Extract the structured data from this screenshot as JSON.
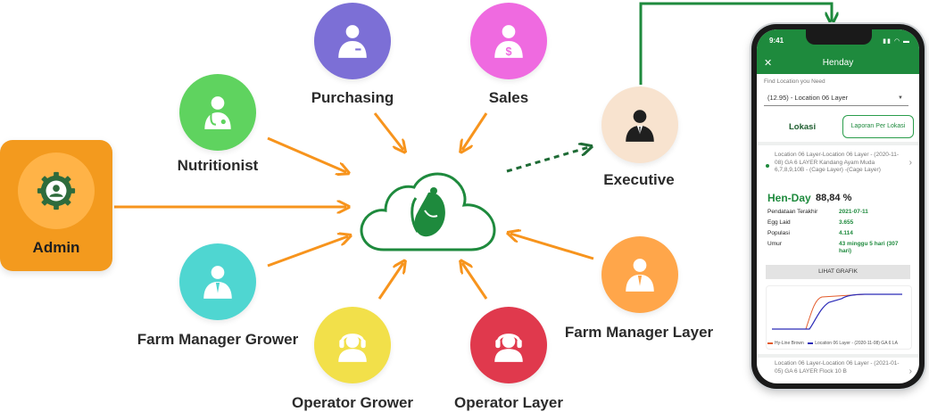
{
  "colors": {
    "arrow": "#f7941d",
    "green": "#1e8a3d",
    "dashed_arrow": "#1e6b35"
  },
  "roles": {
    "admin": {
      "label": "Admin",
      "icon": "gear-user-icon"
    },
    "nutritionist": {
      "label": "Nutritionist",
      "icon": "doctor-icon"
    },
    "purchasing": {
      "label": "Purchasing",
      "icon": "staff-icon"
    },
    "sales": {
      "label": "Sales",
      "icon": "dollar-person-icon"
    },
    "executive": {
      "label": "Executive",
      "icon": "businessman-icon"
    },
    "farm_manager_grower": {
      "label": "Farm Manager Grower",
      "icon": "manager-icon"
    },
    "operator_grower": {
      "label": "Operator Grower",
      "icon": "headset-icon"
    },
    "operator_layer": {
      "label": "Operator Layer",
      "icon": "headset-icon"
    },
    "farm_manager_layer": {
      "label": "Farm Manager Layer",
      "icon": "manager-icon"
    }
  },
  "phone": {
    "time": "9:41",
    "app_title": "Henday",
    "find_label": "Find Location you Need",
    "location_select": "(12.95) - Location 06 Layer",
    "tab_lokasi": "Lokasi",
    "tab_laporan": "Laporan Per Lokasi",
    "card1_title": "Location 06 Layer-Location 06 Layer - (2020-11-08) GA 6 LAYER Kandang Ayam Muda 6,7,8,9,10B - (Cage Layer) -(Cage Layer)",
    "henday_label": "Hen-Day",
    "henday_value": "88,84 %",
    "stats": [
      {
        "label": "Pendataan Terakhir",
        "value": "2021-07-11"
      },
      {
        "label": "Egg Laid",
        "value": "3.655"
      },
      {
        "label": "Populasi",
        "value": "4.114"
      },
      {
        "label": "Umur",
        "value": "43 minggu 5 hari (307 hari)"
      }
    ],
    "grafik_button": "LIHAT GRAFIK",
    "legend": [
      {
        "name": "Hy-Line Brown",
        "color": "#e35b2b"
      },
      {
        "name": "Location 06 Layer - (2020-11-08) GA 6 LA",
        "color": "#2b2bb8"
      }
    ],
    "card2_title": "Location 06 Layer-Location 06 Layer - (2021-01-05) GA 6 LAYER Flock 10 B"
  }
}
